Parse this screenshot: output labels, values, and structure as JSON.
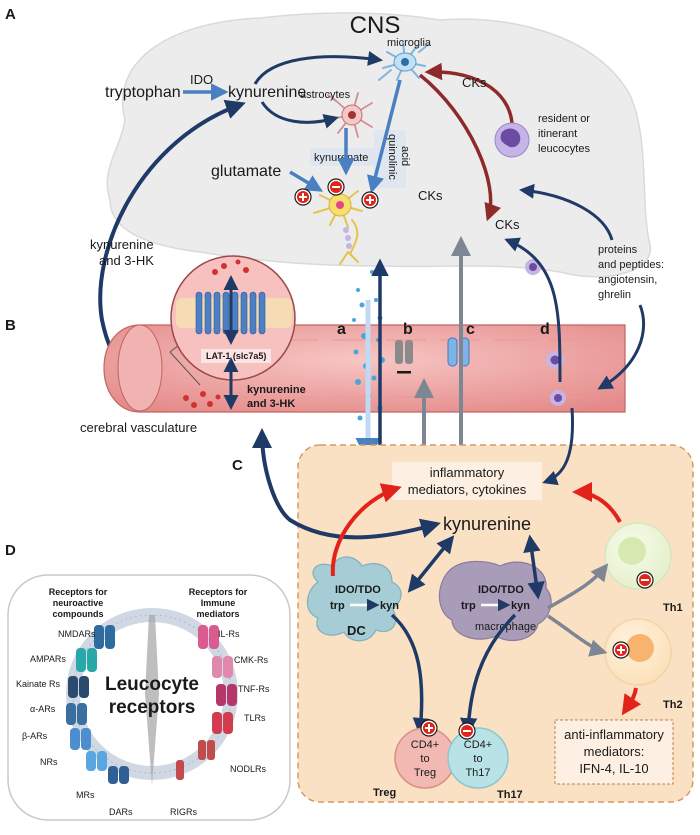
{
  "panel_labels": {
    "a_panel": "A",
    "b_panel": "B",
    "c_panel": "C",
    "d_panel": "D",
    "route_a": "a",
    "route_b": "b",
    "route_c": "c",
    "route_d": "d"
  },
  "cns": {
    "title": "CNS",
    "microglia": "microglia",
    "astrocytes": "astrocytes",
    "tryptophan": "tryptophan",
    "ido": "IDO",
    "kynurenine": "kynurenine",
    "glutamate": "glutamate",
    "kynurenate": "kynurenate",
    "quinolinic_line1": "quinolinic",
    "quinolinic_line2": "acid",
    "cks_top": "CKs",
    "cks_mid": "CKs",
    "cks_low": "CKs",
    "leucocytes_line1": "resident or",
    "leucocytes_line2": "itinerant",
    "leucocytes_line3": "leucocytes",
    "kyn3hk_line1": "kynurenine",
    "kyn3hk_line2": "and 3-HK"
  },
  "vasculature": {
    "lat1": "LAT-1 (slc7a5)",
    "kyn3hk_line1": "kynurenine",
    "kyn3hk_line2": "and 3-HK",
    "label": "cerebral  vasculature",
    "proteins_line1": "proteins",
    "proteins_line2": "and peptides:",
    "proteins_line3": "angiotensin,",
    "proteins_line4": "ghrelin"
  },
  "periphery": {
    "inflam_line1": "inflammatory",
    "inflam_line2": "mediators, cytokines",
    "kynurenine": "kynurenine",
    "dc_ido": "IDO/TDO",
    "dc_trp": "trp",
    "dc_kyn": "kyn",
    "dc_label": "DC",
    "mac_ido": "IDO/TDO",
    "mac_trp": "trp",
    "mac_kyn": "kyn",
    "mac_label": "macrophage",
    "th1": "Th1",
    "th2": "Th2",
    "treg_line1": "CD4+",
    "treg_line2": "to",
    "treg_line3": "Treg",
    "treg_label": "Treg",
    "th17_line1": "CD4+",
    "th17_line2": "to",
    "th17_line3": "Th17",
    "th17_label": "Th17",
    "anti_line1": "anti-inflammatory",
    "anti_line2": "mediators:",
    "anti_line3": "IFN-4, IL-10"
  },
  "receptors": {
    "left_header_line1": "Receptors for",
    "left_header_line2": "neuroactive",
    "left_header_line3": "compounds",
    "right_header_line1": "Receptors for",
    "right_header_line2": "Immune",
    "right_header_line3": "mediators",
    "center_line1": "Leucocyte",
    "center_line2": "receptors",
    "left": [
      "NMDARs",
      "AMPARs",
      "Kainate Rs",
      "α-ARs",
      "β-ARs",
      "NRs",
      "MRs",
      "DARs"
    ],
    "right": [
      "IL-Rs",
      "CMK-Rs",
      "TNF-Rs",
      "TLRs",
      "NODLRs",
      "RIGRs"
    ]
  },
  "colors": {
    "dark_blue_arrow": "#1f3a66",
    "light_blue_arrow": "#4a7fc1",
    "red_arrow": "#e2231a",
    "dark_red_arrow": "#8e2a2a",
    "grey_arrow": "#7d8794",
    "cns_fill": "#ececec",
    "vessel_fill": "#f2a7a6",
    "periphery_fill": "#fbe1c4"
  }
}
